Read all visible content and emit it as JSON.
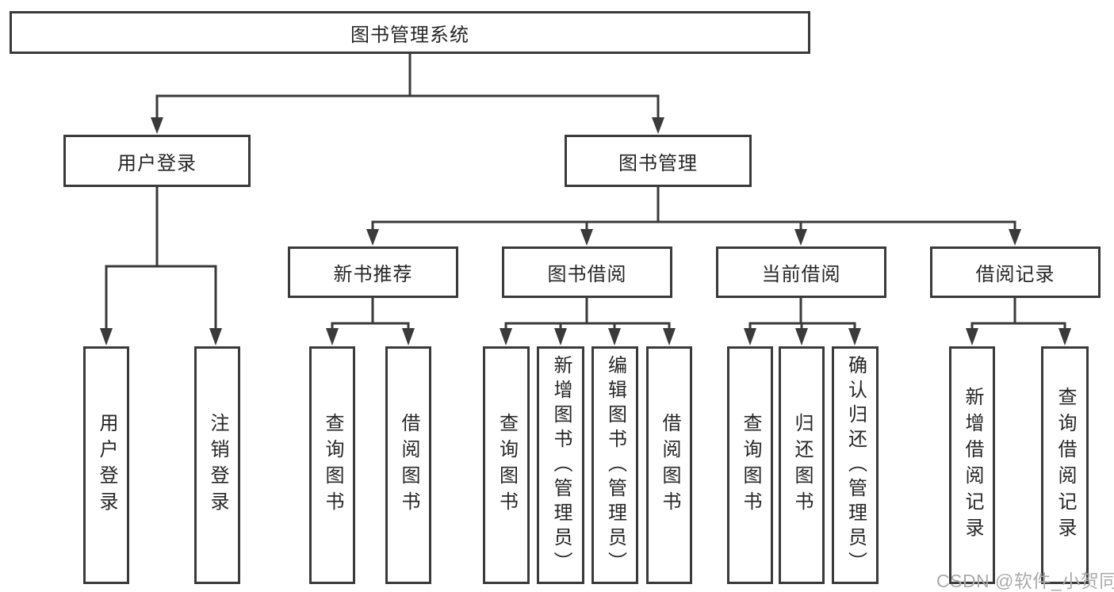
{
  "diagram": {
    "root": "图书管理系统",
    "level2": {
      "user_login": "用户登录",
      "book_management": "图书管理"
    },
    "level3": {
      "new_books": "新书推荐",
      "book_borrow": "图书借阅",
      "current_borrow": "当前借阅",
      "borrow_records": "借阅记录"
    },
    "leaves": {
      "user_login": [
        "用户登录",
        "注销登录"
      ],
      "new_books": [
        "查询图书",
        "借阅图书"
      ],
      "book_borrow": [
        "查询图书",
        "新增图书（管理员）",
        "编辑图书（管理员）",
        "借阅图书"
      ],
      "current_borrow": [
        "查询图书",
        "归还图书",
        "确认归还（管理员）"
      ],
      "borrow_records": [
        "新增借阅记录",
        "查询借阅记录"
      ]
    }
  },
  "watermark": "CSDN @软件_小贺同学",
  "colors": {
    "line": "#3a3a3a",
    "text": "#262626",
    "watermark": "#ababab",
    "background": "#ffffff"
  }
}
